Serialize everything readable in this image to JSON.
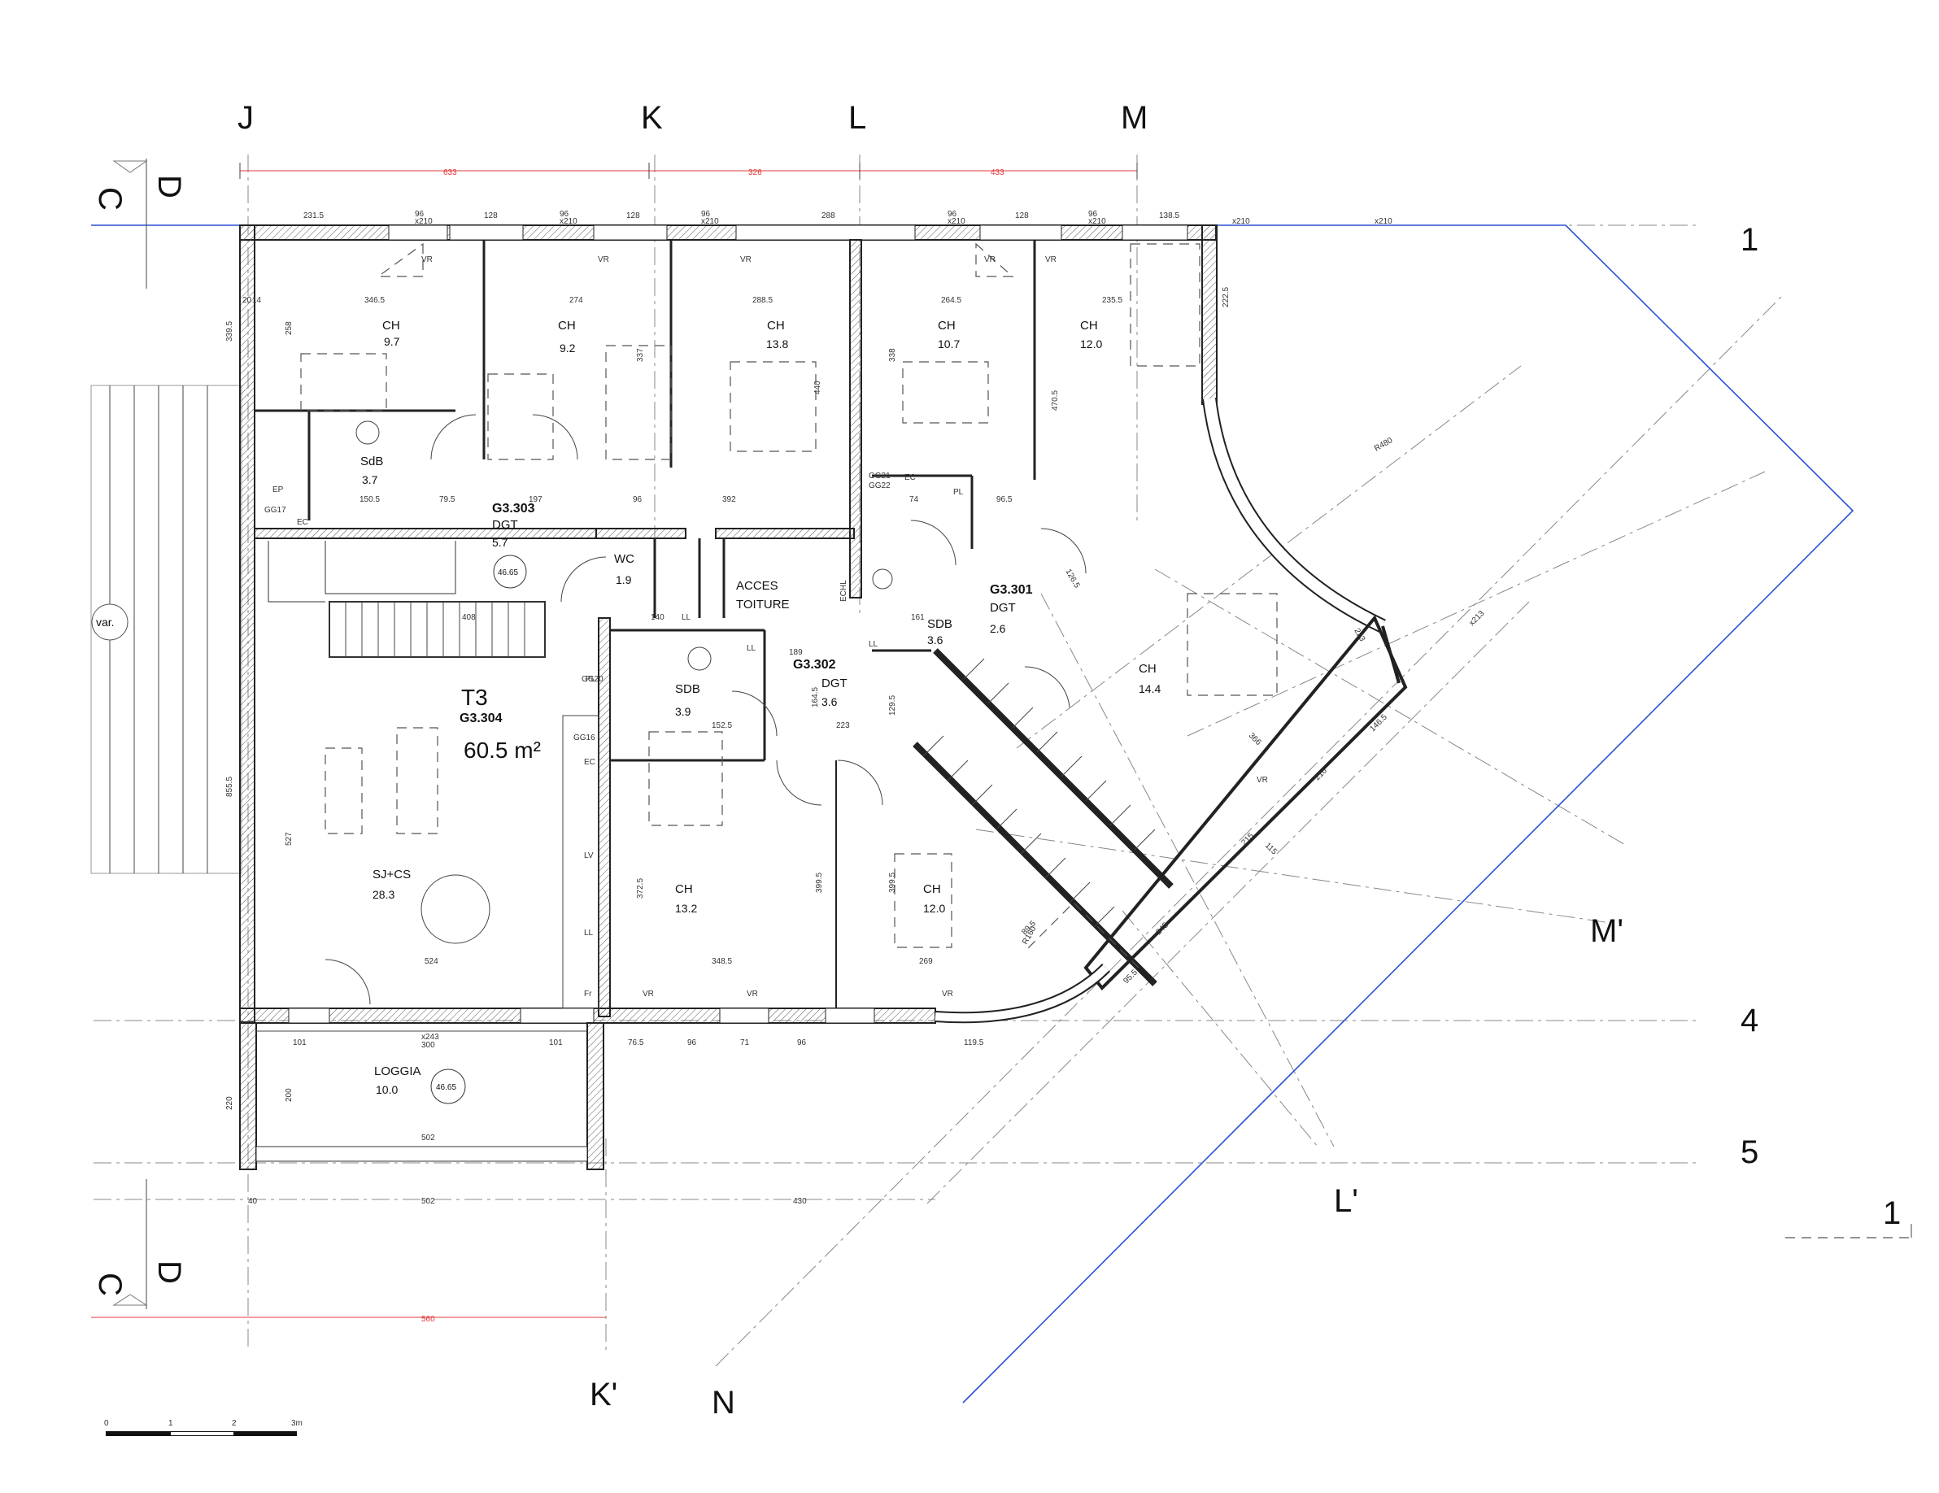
{
  "axes": {
    "top": [
      "J",
      "K",
      "L",
      "M"
    ],
    "right": [
      "1",
      "4",
      "5"
    ],
    "diagonal": [
      "M'",
      "L'",
      "K'",
      "N"
    ],
    "section_left": [
      "C",
      "D"
    ],
    "section_mark": "1",
    "var_label": "var."
  },
  "top_red_dims": [
    "633",
    "326",
    "433"
  ],
  "bottom_red_dim": "560",
  "apartment": {
    "type": "T3",
    "code": "G3.304",
    "area": "60.5 m²"
  },
  "rooms": [
    {
      "name": "CH",
      "area": "9.7"
    },
    {
      "name": "CH",
      "area": "9.2"
    },
    {
      "name": "CH",
      "area": "13.8"
    },
    {
      "name": "CH",
      "area": "10.7"
    },
    {
      "name": "CH",
      "area": "12.0"
    },
    {
      "name": "SdB",
      "area": "3.7"
    },
    {
      "name": "DGT",
      "area": "5.7",
      "code": "G3.303"
    },
    {
      "name": "WC",
      "area": "1.9"
    },
    {
      "name": "ACCES",
      "area": "TOITURE"
    },
    {
      "name": "SDB",
      "area": "3.6"
    },
    {
      "name": "DGT",
      "area": "2.6",
      "code": "G3.301"
    },
    {
      "name": "CH",
      "area": "14.4"
    },
    {
      "name": "SDB",
      "area": "3.9"
    },
    {
      "name": "DGT",
      "area": "3.6",
      "code": "G3.302"
    },
    {
      "name": "SJ+CS",
      "area": "28.3"
    },
    {
      "name": "CH",
      "area": "13.2"
    },
    {
      "name": "CH",
      "area": "12.0"
    },
    {
      "name": "LOGGIA",
      "area": "10.0"
    }
  ],
  "level_marks": [
    "46.65",
    "46.65"
  ],
  "equipment": [
    "VR",
    "VR",
    "VR",
    "VR",
    "VR",
    "VR",
    "VR",
    "VR",
    "VR",
    "EP",
    "EC",
    "GG17",
    "GG20",
    "GG16",
    "EC",
    "LV",
    "LL",
    "Fr",
    "LL",
    "LL",
    "LL",
    "PL",
    "PL",
    "GG21-",
    "GG22",
    "EC",
    "ECHL"
  ],
  "dims_top": [
    "231.5",
    "96",
    "x210",
    "128",
    "96",
    "x210",
    "128",
    "96",
    "x210",
    "288",
    "96",
    "x210",
    "128",
    "96",
    "x210",
    "138.5",
    "x210",
    "x210"
  ],
  "dims_interior": [
    "346.5",
    "274",
    "288.5",
    "264.5",
    "235.5",
    "258",
    "337",
    "440",
    "338",
    "470.5",
    "222.5",
    "339.5",
    "150.5",
    "79.5",
    "197",
    "392",
    "96",
    "408",
    "140",
    "161",
    "74",
    "96.5",
    "152.5",
    "223",
    "189",
    "164.5",
    "129.5",
    "348.5",
    "269",
    "524",
    "527",
    "855.5",
    "372.5",
    "399.5",
    "399.5",
    "101",
    "x243",
    "101",
    "76.5",
    "96",
    "71",
    "96",
    "119.5",
    "502",
    "300",
    "220",
    "200",
    "430",
    "40",
    "20",
    "14"
  ],
  "dims_diag": [
    "R480",
    "223",
    "x213",
    "366",
    "216",
    "146.5",
    "215",
    "115",
    "R160",
    "89.5",
    "245",
    "95.5",
    "126.5"
  ],
  "scale_bar": [
    "0",
    "1",
    "2",
    "3m"
  ]
}
